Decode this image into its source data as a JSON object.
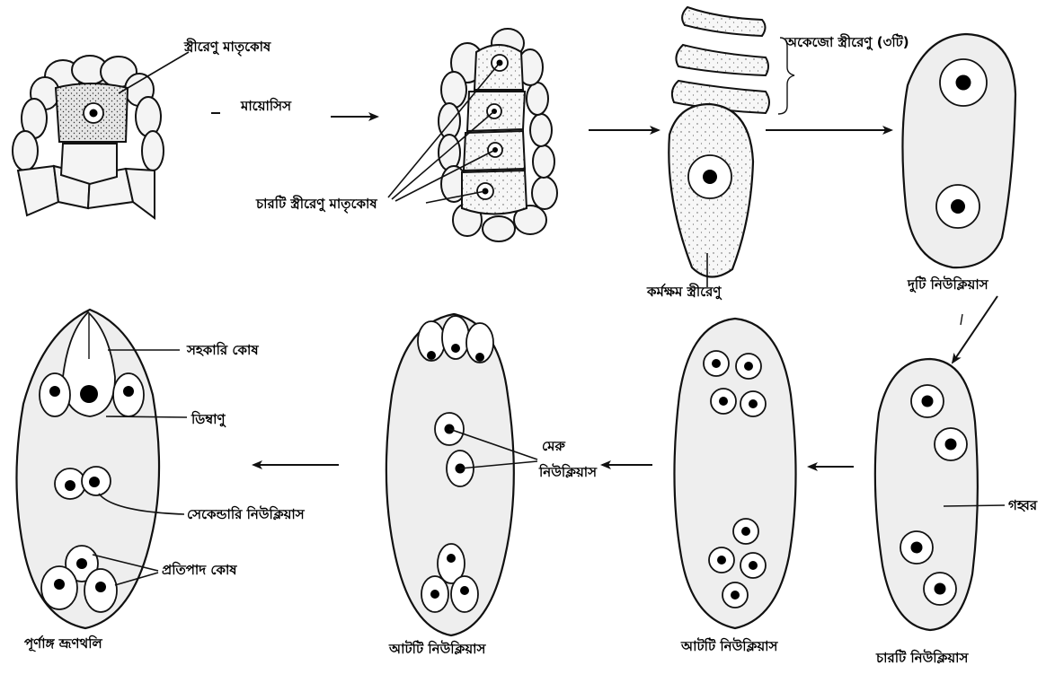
{
  "labels": {
    "megaspore_mother_cell": "স্ত্রীরেণু মাতৃকোষ",
    "meiosis": "মায়োসিস",
    "four_megaspore_mother_cells": "চারটি স্ত্রীরেণু মাতৃকোষ",
    "non_functional_megaspores": "অকেজো স্ত্রীরেণু (৩টি)",
    "functional_megaspore": "কর্মক্ষম স্ত্রীরেণু",
    "two_nuclei": "দুটি নিউক্লিয়াস",
    "four_nuclei": "চারটি নিউক্লিয়াস",
    "cavity": "গহ্বর",
    "eight_nuclei_a": "আটটি নিউক্লিয়াস",
    "eight_nuclei_b": "আটটি নিউক্লিয়াস",
    "polar_nuclei_1": "মেরু",
    "polar_nuclei_2": "নিউক্লিয়াস",
    "synergid": "সহকারি কোষ",
    "egg_cell": "ডিম্বাণু",
    "secondary_nucleus": "সেকেন্ডারি নিউক্লিয়াস",
    "antipodal_cells": "প্রতিপাদ কোষ",
    "mature_embryo_sac": "পূর্ণাঙ্গ ভ্রূণথলি"
  }
}
